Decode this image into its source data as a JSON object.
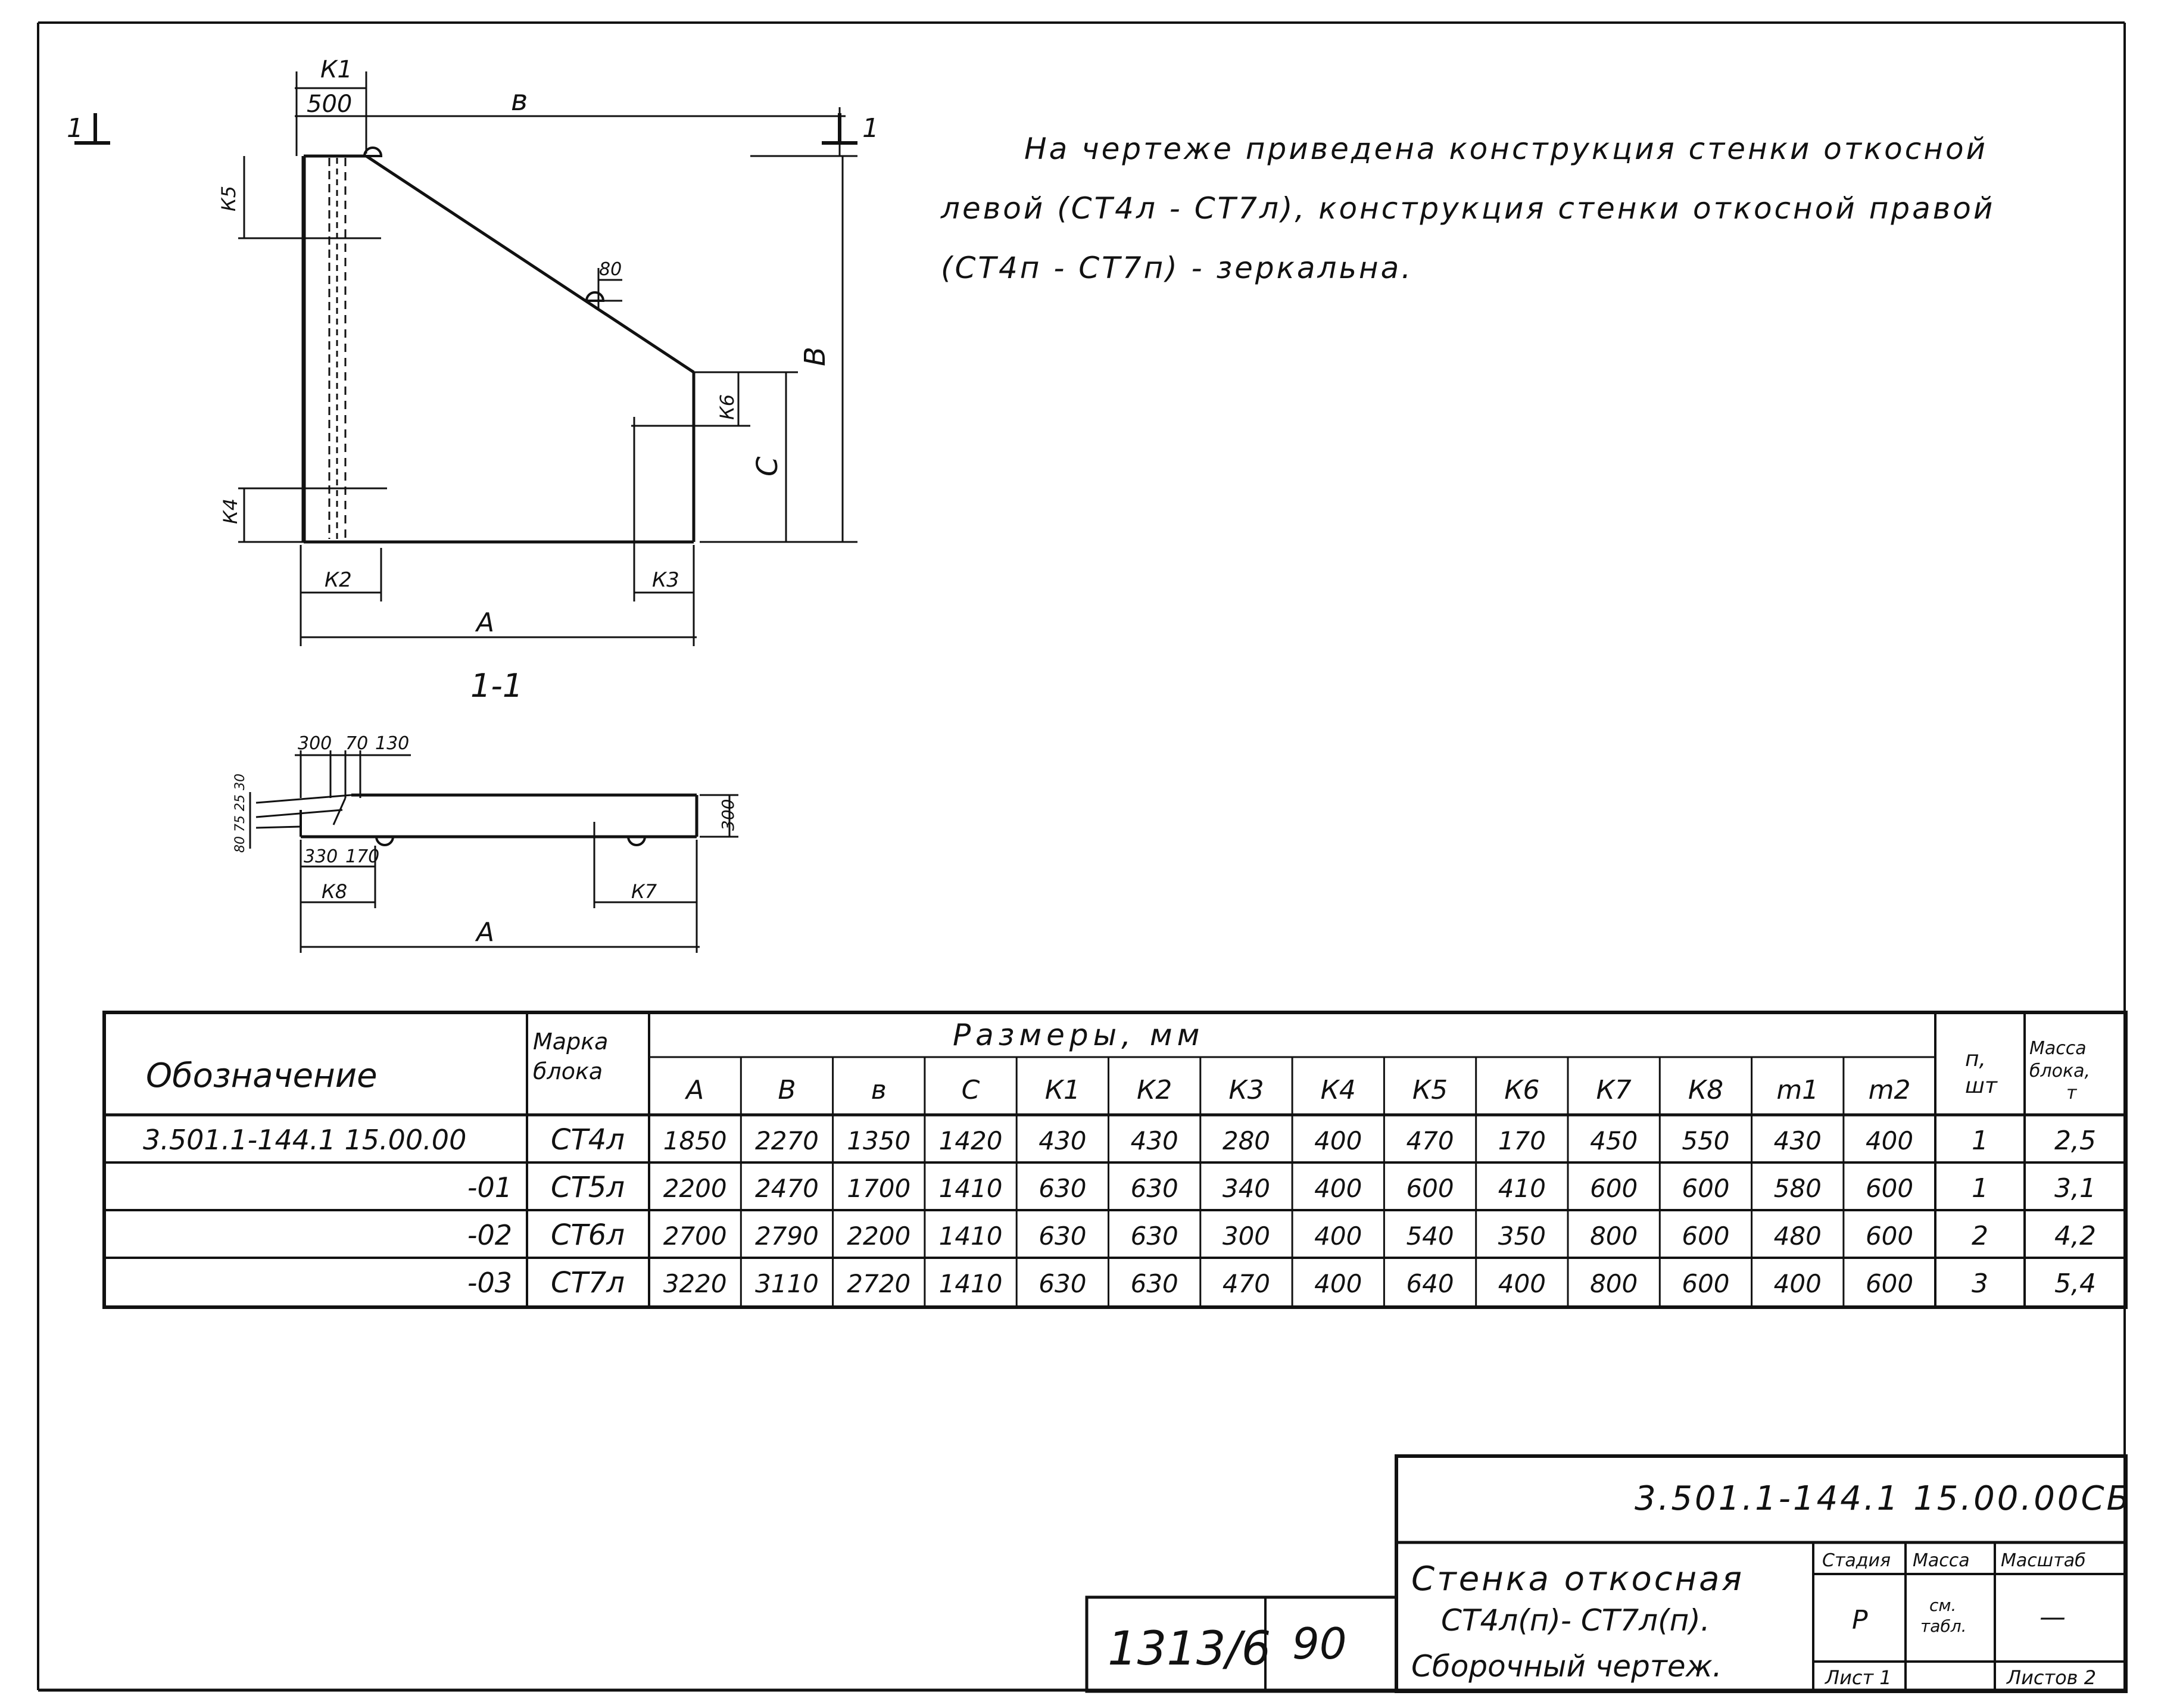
{
  "section_marks": {
    "left_1": "1",
    "left_2": "1",
    "right_1": "1",
    "right_2": "1"
  },
  "drawing_top": {
    "section_label": "1-1",
    "dims": {
      "k1": "К1",
      "d500": "500",
      "b_top": "в",
      "k5": "К5",
      "d80": "80",
      "B_right": "В",
      "k6": "К6",
      "C": "С",
      "k4": "К4",
      "k2": "К2",
      "k3": "К3",
      "A": "А"
    }
  },
  "drawing_section": {
    "dims": {
      "d300": "300",
      "d70": "70",
      "d130": "130",
      "d330": "330",
      "d170": "170",
      "d300_right": "300",
      "k8": "К8",
      "k7": "К7",
      "A": "А",
      "left_stack": "80 75 25 30"
    }
  },
  "notes": {
    "line1": "На чертеже приведена конструкция стенки откосной",
    "line2": "левой (СТ4л - СТ7л), конструкция стенки откосной правой",
    "line3": "(СТ4п - СТ7п) - зеркальна."
  },
  "table": {
    "designation_header": "Обозначение",
    "mark_header_1": "Марка",
    "mark_header_2": "блока",
    "dims_header": "Размеры, мм",
    "n_header_1": "п,",
    "n_header_2": "шт",
    "mass_header_1": "Масса",
    "mass_header_2": "блока,",
    "mass_header_3": "т",
    "columns": [
      "А",
      "В",
      "в",
      "С",
      "К1",
      "К2",
      "К3",
      "К4",
      "К5",
      "К6",
      "К7",
      "К8",
      "m1",
      "m2"
    ],
    "rows": [
      {
        "designation": "3.501.1-144.1 15.00.00",
        "mark": "СТ4л",
        "values": [
          "1850",
          "2270",
          "1350",
          "1420",
          "430",
          "430",
          "280",
          "400",
          "470",
          "170",
          "450",
          "550",
          "430",
          "400"
        ],
        "n": "1",
        "mass": "2,5"
      },
      {
        "designation": "-01",
        "mark": "СТ5л",
        "values": [
          "2200",
          "2470",
          "1700",
          "1410",
          "630",
          "630",
          "340",
          "400",
          "600",
          "410",
          "600",
          "600",
          "580",
          "600"
        ],
        "n": "1",
        "mass": "3,1"
      },
      {
        "designation": "-02",
        "mark": "СТ6л",
        "values": [
          "2700",
          "2790",
          "2200",
          "1410",
          "630",
          "630",
          "300",
          "400",
          "540",
          "350",
          "800",
          "600",
          "480",
          "600"
        ],
        "n": "2",
        "mass": "4,2"
      },
      {
        "designation": "-03",
        "mark": "СТ7л",
        "values": [
          "3220",
          "3110",
          "2720",
          "1410",
          "630",
          "630",
          "470",
          "400",
          "640",
          "400",
          "800",
          "600",
          "400",
          "600"
        ],
        "n": "3",
        "mass": "5,4"
      }
    ]
  },
  "stamp": {
    "code": "3.501.1-144.1 15.00.00СБ",
    "title_1": "Стенка откосная",
    "title_2": "СТ4л(п)- СТ7л(п).",
    "title_3": "Сборочный чертеж.",
    "stage_label": "Стадия",
    "mass_label": "Масса",
    "scale_label": "Масштаб",
    "stage_value": "Р",
    "mass_value_1": "см.",
    "mass_value_2": "табл.",
    "scale_value": "—",
    "sheet_label": "Лист 1",
    "sheets_label": "Листов 2",
    "archive_no": "1313/6",
    "archive_page": "90"
  }
}
